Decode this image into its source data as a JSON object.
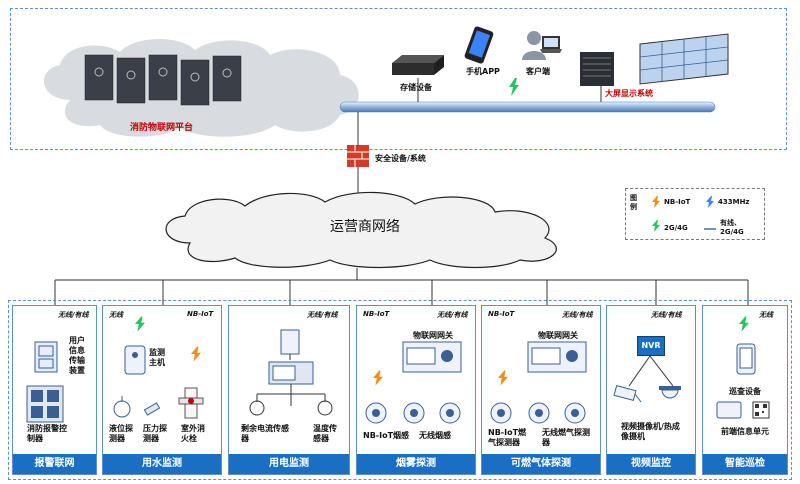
{
  "platform": {
    "title": "消防物联网平台",
    "storage_label": "存储设备",
    "mobile_label": "手机APP",
    "client_label": "客户端",
    "bigscreen_label": "大屏显示系统",
    "security_label": "安全设备/系统"
  },
  "network": {
    "title": "运营商网络"
  },
  "legend": {
    "title": "图例",
    "nbiot": "NB-IoT",
    "mhz433": "433MHz",
    "g24": "2G/4G",
    "wired": "有线、2G/4G"
  },
  "subsystems": {
    "alarm": {
      "footer": "报警联网",
      "conn": "无线/有线",
      "user_device": "用户信息传输装置",
      "controller": "消防报警控制器"
    },
    "water": {
      "footer": "用水监测",
      "conn1": "无线",
      "conn2": "NB-IoT",
      "host": "监测主机",
      "level": "液位探测器",
      "pressure": "压力探测器",
      "hydrant": "室外消火栓"
    },
    "power": {
      "footer": "用电监测",
      "conn": "无线/有线",
      "residual": "剩余电流传感器",
      "temp": "温度传感器"
    },
    "smoke": {
      "footer": "烟雾探测",
      "conn1": "NB-IoT",
      "conn2": "无线/有线",
      "gateway": "物联网网关",
      "nb": "NB-IoT烟感",
      "wireless": "无线烟感"
    },
    "gas": {
      "footer": "可燃气体探测",
      "conn1": "NB-IoT",
      "conn2": "无线/有线",
      "gateway": "物联网网关",
      "nb": "NB-IoT燃气探测器",
      "wireless": "无线燃气探测器"
    },
    "video": {
      "footer": "视频监控",
      "conn": "无线/有线",
      "nvr": "NVR",
      "camera": "视频摄像机/热成像摄机"
    },
    "patrol": {
      "footer": "智能巡检",
      "conn": "无线",
      "device": "巡查设备",
      "tag": "前端信息单元"
    }
  },
  "colors": {
    "accent": "#1b6fc3",
    "border": "#5b8fd0",
    "bolt_orange": "#f08c1a",
    "bolt_green": "#22c55e",
    "bolt_blue": "#3b82f6",
    "title_red": "#c00000"
  }
}
